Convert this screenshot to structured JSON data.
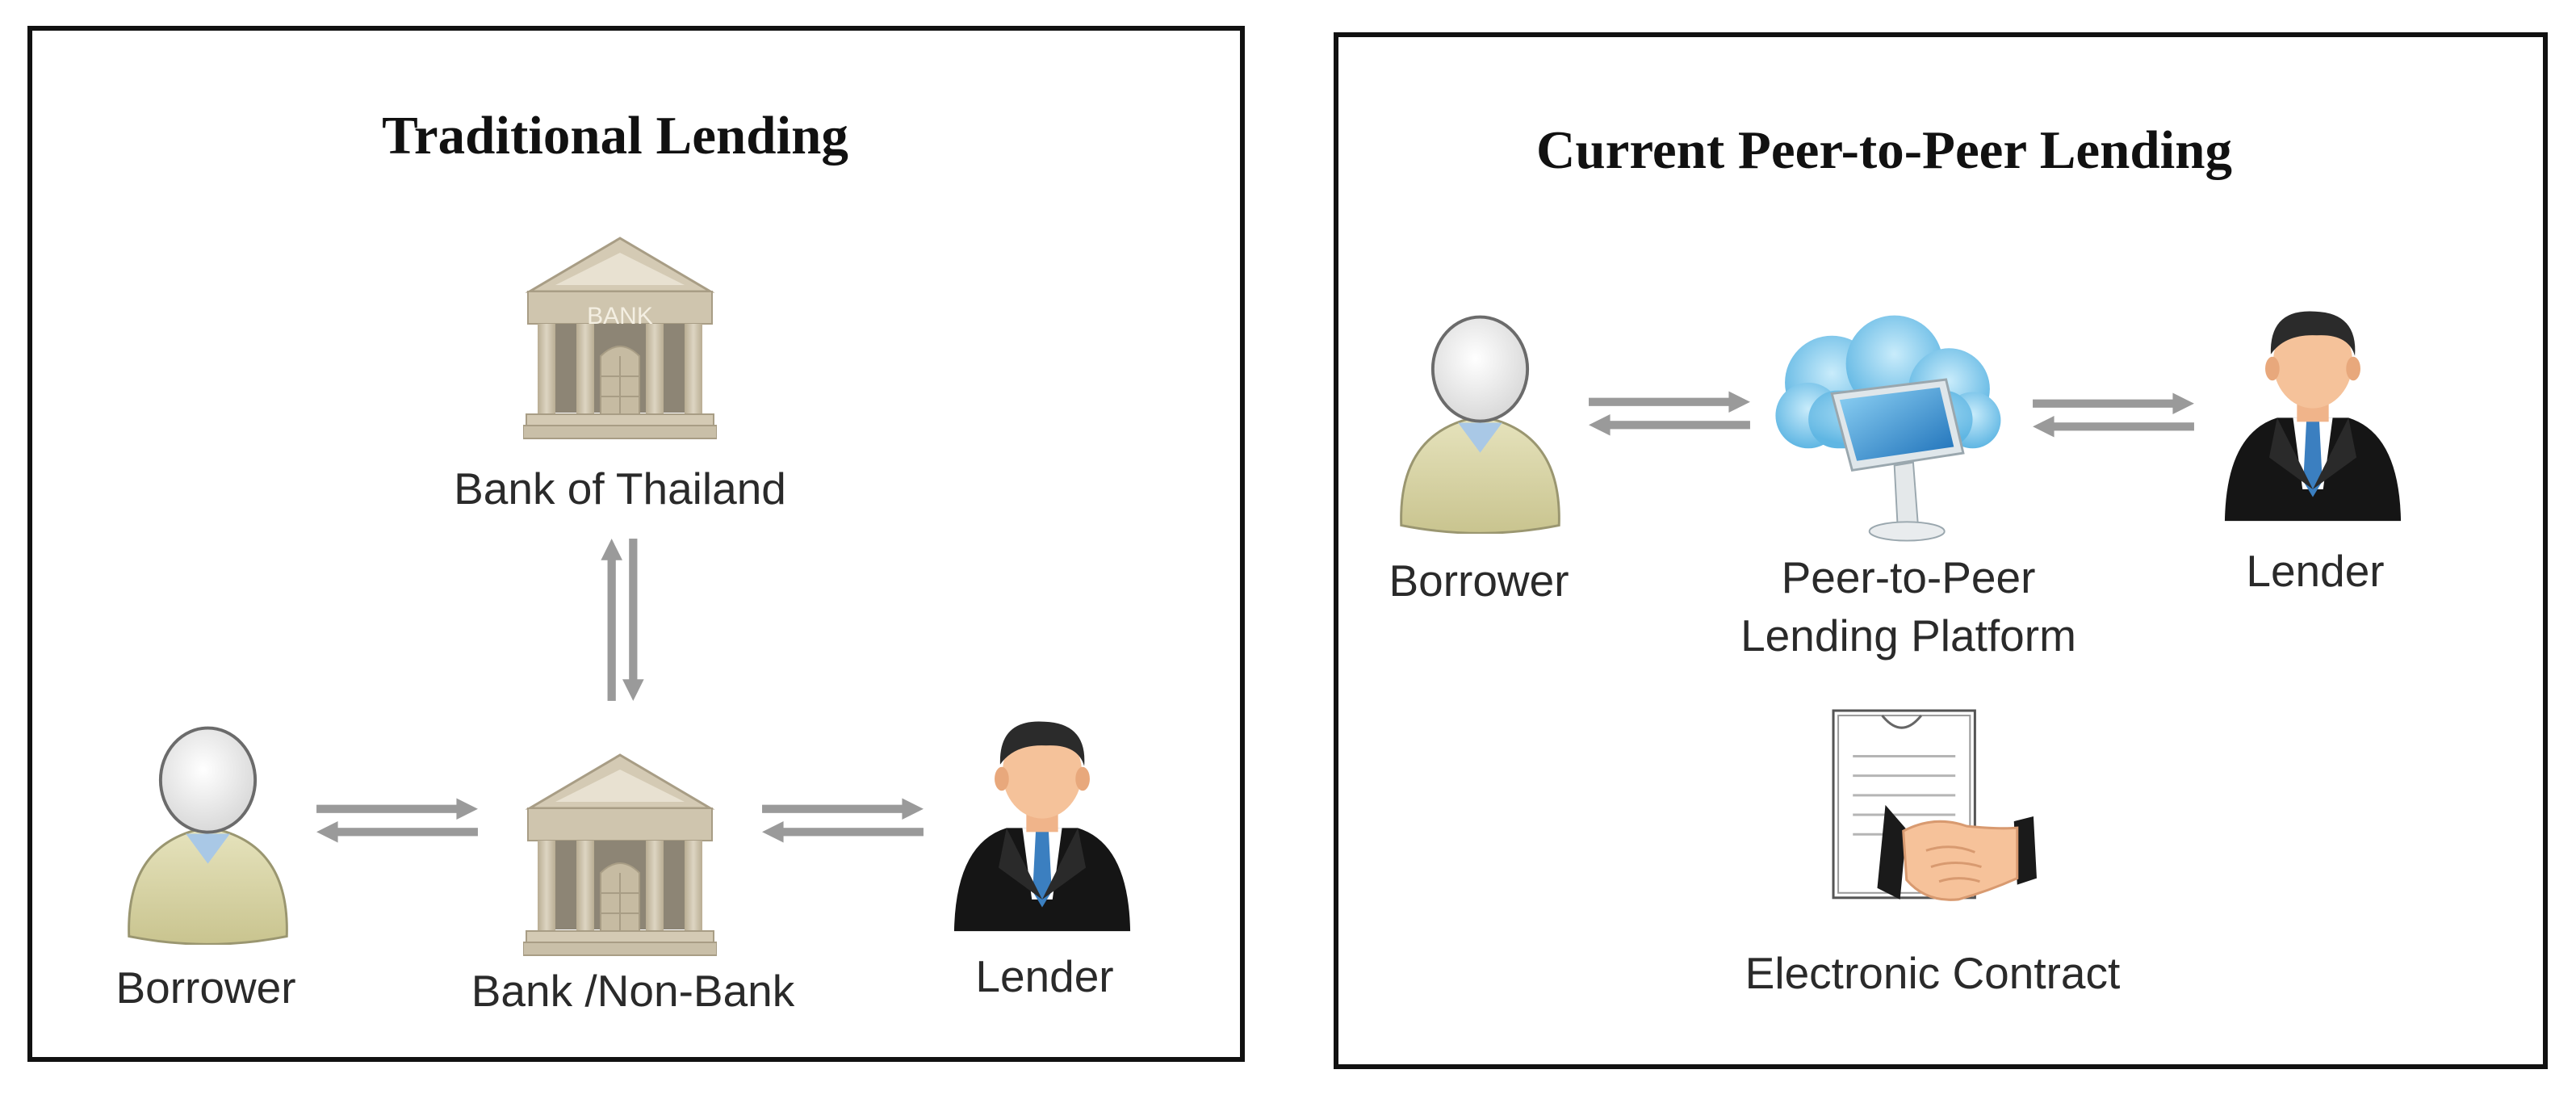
{
  "left_panel": {
    "title": "Traditional Lending",
    "nodes": {
      "regulator": "Bank of Thailand",
      "intermediary": "Bank /Non-Bank",
      "borrower": "Borrower",
      "lender": "Lender"
    },
    "bank_sign": "BANK"
  },
  "right_panel": {
    "title": "Current Peer-to-Peer Lending",
    "nodes": {
      "borrower": "Borrower",
      "platform_line1": "Peer-to-Peer",
      "platform_line2": "Lending Platform",
      "lender": "Lender",
      "contract": "Electronic Contract"
    }
  },
  "icons": {
    "bank": "bank-building-icon",
    "person": "person-avatar-icon",
    "businessman": "businessman-icon",
    "platform": "cloud-kiosk-icon",
    "contract": "contract-handshake-icon",
    "arrows": "bidirectional-arrows-icon"
  },
  "colors": {
    "arrow": "#9a9a9a",
    "bank": "#c9bfa8",
    "borrower_body": "#dcd8a8",
    "suit": "#1a1a1a",
    "tie": "#3b7fc0",
    "cloud": "#7cc6ea",
    "border": "#111111"
  }
}
